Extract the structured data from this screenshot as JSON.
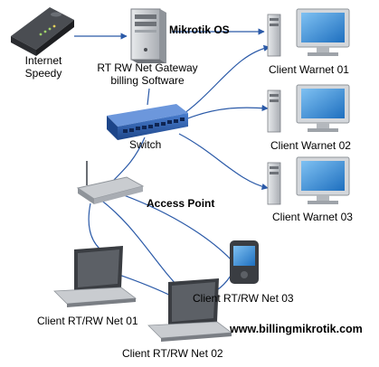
{
  "nodes": {
    "modem": {
      "label_line1": "Internet",
      "label_line2": "Speedy"
    },
    "gateway": {
      "os_label": "Mikrotik OS",
      "label_line1": "RT RW Net Gateway",
      "label_line2": "billing Software"
    },
    "switch": {
      "label": "Switch"
    },
    "access_point": {
      "label": "Access Point"
    },
    "client_warnet_01": {
      "label": "Client Warnet 01"
    },
    "client_warnet_02": {
      "label": "Client Warnet 02"
    },
    "client_warnet_03": {
      "label": "Client Warnet 03"
    },
    "client_rtrw_01": {
      "label": "Client RT/RW Net 01"
    },
    "client_rtrw_02": {
      "label": "Client RT/RW Net 02"
    },
    "client_rtrw_03": {
      "label": "Client RT/RW Net 03"
    }
  },
  "footer": {
    "url": "www.billingmikrotik.com"
  },
  "colors": {
    "link": "#2b5aa8",
    "tower": "#c9ccd0",
    "monitor_screen": "#3a8fd8",
    "switch": "#2a5aa6",
    "laptop": "#3a3d42"
  }
}
